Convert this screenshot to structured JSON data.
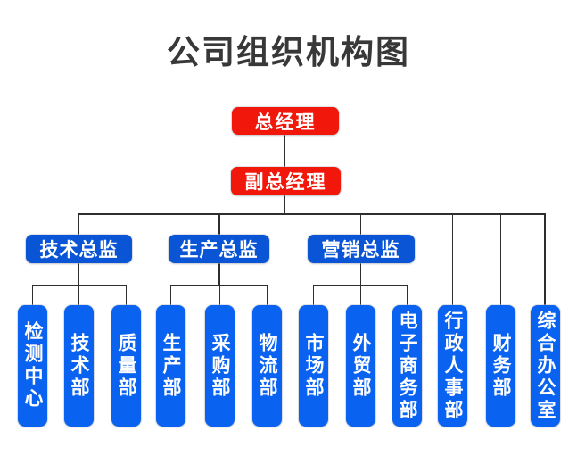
{
  "title": "公司组织机构图",
  "org": {
    "ceo": {
      "label": "总经理"
    },
    "vice": {
      "label": "副总经理"
    },
    "directors": [
      {
        "label": "技术总监"
      },
      {
        "label": "生产总监"
      },
      {
        "label": "营销总监"
      }
    ],
    "departments": [
      {
        "label": "检测中心"
      },
      {
        "label": "技术部"
      },
      {
        "label": "质量部"
      },
      {
        "label": "生产部"
      },
      {
        "label": "采购部"
      },
      {
        "label": "物流部"
      },
      {
        "label": "市场部"
      },
      {
        "label": "外贸部"
      },
      {
        "label": "电子商务部"
      },
      {
        "label": "行政人事部"
      },
      {
        "label": "财务部"
      },
      {
        "label": "综合办公室"
      }
    ]
  },
  "colors": {
    "executive_red": "#f2170b",
    "director_blue": "#0a55d6",
    "department_blue": "#0a62f1",
    "connector_line": "#2e2e2e",
    "title_text": "#383838",
    "box_text": "#ffffff"
  }
}
